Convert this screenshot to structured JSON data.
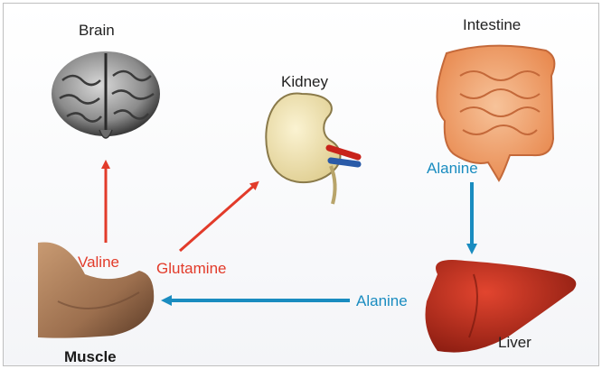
{
  "organs": {
    "brain": "Brain",
    "kidney": "Kidney",
    "intestine": "Intestine",
    "liver": "Liver",
    "muscle": "Muscle"
  },
  "flows": {
    "muscle_to_brain": "Valine",
    "muscle_to_kidney": "Glutamine",
    "intestine_to_liver": "Alanine",
    "liver_to_muscle": "Alanine"
  },
  "colors": {
    "red_arrow": "#e23b2a",
    "blue_arrow": "#1a8cc0"
  }
}
